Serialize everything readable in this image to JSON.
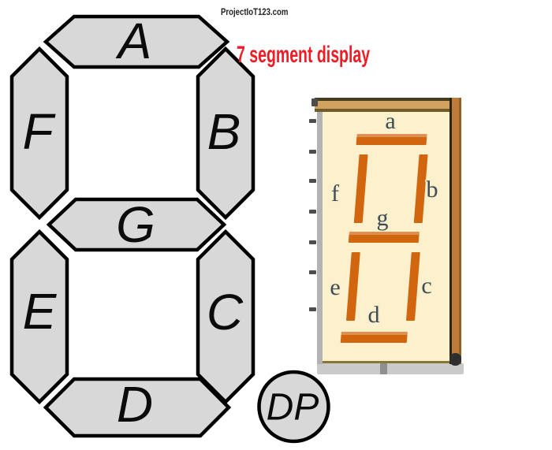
{
  "watermark": {
    "text": "ProjectIoT123.com",
    "color": "#1f1f1f"
  },
  "heading": {
    "text": "7 segment display",
    "color": "#ee1c25"
  },
  "diagram": {
    "description": "7 segment display schematic with labeled segments",
    "segment_fill": "#d8d8d8",
    "segment_outline": "#000000",
    "labels": {
      "A": "A",
      "B": "B",
      "C": "C",
      "D": "D",
      "E": "E",
      "F": "F",
      "G": "G",
      "DP": "DP"
    }
  },
  "component": {
    "description": "Photo of a physical 7 segment display package",
    "face_color": "#fcf1cc",
    "segment_color": "#d2660f",
    "top_band_color": "#d2a260",
    "side_color": "#bf7b3b",
    "label_color": "#3e4c5a",
    "labels": {
      "a": "a",
      "b": "b",
      "c": "c",
      "d": "d",
      "e": "e",
      "f": "f",
      "g": "g"
    }
  }
}
